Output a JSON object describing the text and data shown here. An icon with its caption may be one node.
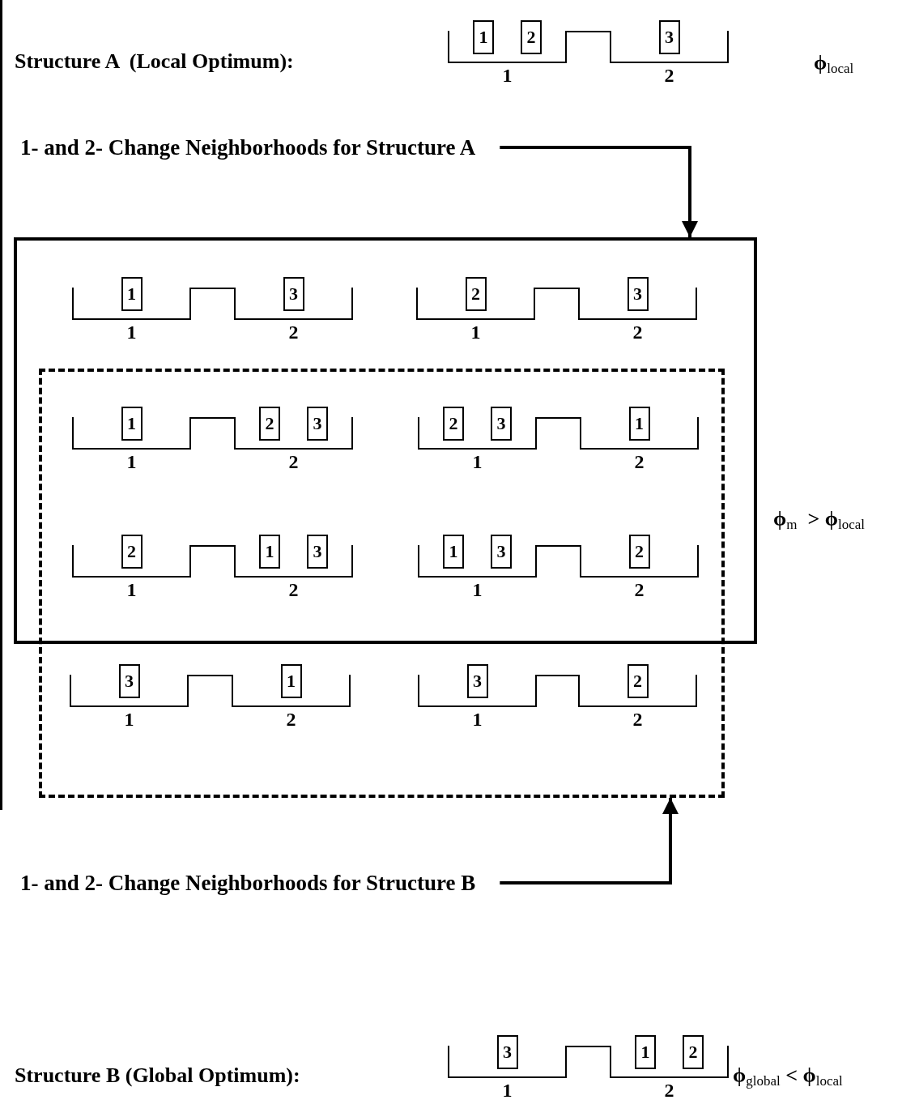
{
  "diagram": {
    "nodes": [
      {
        "text": [
          "1"
        ]
      },
      {
        "text": [
          "1"
        ],
        "in": 0
      },
      {
        "text": [
          "2"
        ],
        "in": 0
      },
      {
        "text": [
          "2"
        ]
      },
      {
        "text": [
          "3"
        ],
        "in": 3
      },
      {
        "text": [
          "1- and 2- Change Neighborhoods for Structure A"
        ]
      },
      {
        "text": [],
        "shape": "box"
      },
      {
        "text": [],
        "shape": "box"
      },
      {
        "text": [
          "1"
        ],
        "in": 6
      },
      {
        "text": [
          "1"
        ],
        "in": 8
      },
      {
        "text": [
          "2"
        ],
        "in": 6
      },
      {
        "text": [
          "3"
        ],
        "in": 10
      },
      {
        "text": [
          "1"
        ],
        "in": 6
      },
      {
        "text": [
          "2"
        ],
        "in": 12
      },
      {
        "text": [
          "2"
        ],
        "in": 6
      },
      {
        "text": [
          "3"
        ],
        "in": 14
      },
      {
        "text": [
          "1"
        ]
      },
      {
        "text": [
          "1"
        ],
        "in": 16
      },
      {
        "text": [
          "2"
        ]
      },
      {
        "text": [
          "2"
        ],
        "in": 18
      },
      {
        "text": [
          "3"
        ],
        "in": 18
      },
      {
        "text": [
          "1"
        ]
      },
      {
        "text": [
          "2"
        ],
        "in": 21
      },
      {
        "text": [
          "3"
        ],
        "in": 21
      },
      {
        "text": [
          "2"
        ]
      },
      {
        "text": [
          "1"
        ],
        "in": 24
      },
      {
        "text": [
          "1"
        ]
      },
      {
        "text": [
          "2"
        ],
        "in": 26
      },
      {
        "text": [
          "2"
        ]
      },
      {
        "text": [
          "1"
        ],
        "in": 28
      },
      {
        "text": [
          "3"
        ],
        "in": 28
      },
      {
        "text": [
          "1"
        ]
      },
      {
        "text": [
          "1"
        ],
        "in": 31
      },
      {
        "text": [
          "3"
        ],
        "in": 31
      },
      {
        "text": [
          "2"
        ]
      },
      {
        "text": [
          "2"
        ],
        "in": 34
      },
      {
        "text": [
          "1"
        ],
        "in": 7
      },
      {
        "text": [
          "3"
        ],
        "in": 36
      },
      {
        "text": [
          "2"
        ],
        "in": 7
      },
      {
        "text": [
          "1"
        ],
        "in": 38
      },
      {
        "text": [
          "1"
        ],
        "in": 7
      },
      {
        "text": [
          "3"
        ],
        "in": 40
      },
      {
        "text": [
          "2"
        ],
        "in": 7
      },
      {
        "text": [
          "2"
        ],
        "in": 42
      },
      {
        "text": [
          "1- and 2- Change Neighborhoods for Structure B"
        ]
      },
      {
        "text": [
          "1"
        ]
      },
      {
        "text": [
          "3"
        ],
        "in": 45
      },
      {
        "text": [
          "2"
        ]
      },
      {
        "text": [
          "1"
        ],
        "in": 47
      },
      {
        "text": [
          "2"
        ],
        "in": 47
      }
    ],
    "edges": [
      {
        "from": 0,
        "to": 3,
        "arrow": "none"
      },
      {
        "from": 8,
        "to": 10,
        "arrow": "none"
      },
      {
        "from": 12,
        "to": 14,
        "arrow": "none"
      },
      {
        "from": 16,
        "to": 18,
        "arrow": "none"
      },
      {
        "from": 21,
        "to": 24,
        "arrow": "none"
      },
      {
        "from": 26,
        "to": 28,
        "arrow": "none"
      },
      {
        "from": 31,
        "to": 34,
        "arrow": "none"
      },
      {
        "from": 36,
        "to": 38,
        "arrow": "none"
      },
      {
        "from": 40,
        "to": 42,
        "arrow": "none"
      },
      {
        "from": 45,
        "to": 47,
        "arrow": "none"
      },
      {
        "from": 5,
        "to": 6,
        "arrow": "to"
      },
      {
        "from": 44,
        "to": 7,
        "arrow": "to"
      }
    ],
    "labels": [
      "Structure A  (Local Optimum):",
      "ϕ$_{local}$",
      "ϕ$_{m}$  > ϕ$_{local}$",
      "Structure B (Global Optimum):",
      "ϕ$_{global}$ < ϕ$_{local}$"
    ]
  }
}
